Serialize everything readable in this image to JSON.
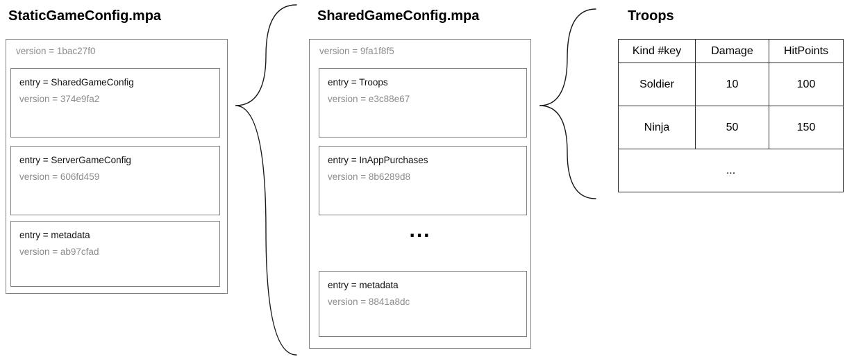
{
  "colors": {
    "box_border": "#7f7f7f",
    "table_border": "#2b2b2b",
    "muted_text": "#8c8c8c",
    "text": "#000000"
  },
  "connectors": {
    "left": "curly-brace",
    "right": "curly-brace"
  },
  "panels": {
    "static_config": {
      "title": "StaticGameConfig.mpa",
      "version_label": "version = 1bac27f0",
      "entries": [
        {
          "entry": "entry = SharedGameConfig",
          "version": "version = 374e9fa2"
        },
        {
          "entry": "entry = ServerGameConfig",
          "version": "version = 606fd459"
        },
        {
          "entry": "entry = metadata",
          "version": "version = ab97cfad"
        }
      ]
    },
    "shared_config": {
      "title": "SharedGameConfig.mpa",
      "version_label": "version = 9fa1f8f5",
      "ellipsis": "...",
      "entries": [
        {
          "entry": "entry = Troops",
          "version": "version = e3c88e67"
        },
        {
          "entry": "entry = InAppPurchases",
          "version": "version = 8b6289d8"
        },
        {
          "entry": "entry = metadata",
          "version": "version = 8841a8dc"
        }
      ]
    },
    "troops": {
      "title": "Troops",
      "table": {
        "headers": [
          "Kind #key",
          "Damage",
          "HitPoints"
        ],
        "rows": [
          [
            "Soldier",
            "10",
            "100"
          ],
          [
            "Ninja",
            "50",
            "150"
          ]
        ],
        "ellipsis_row": "..."
      }
    }
  }
}
